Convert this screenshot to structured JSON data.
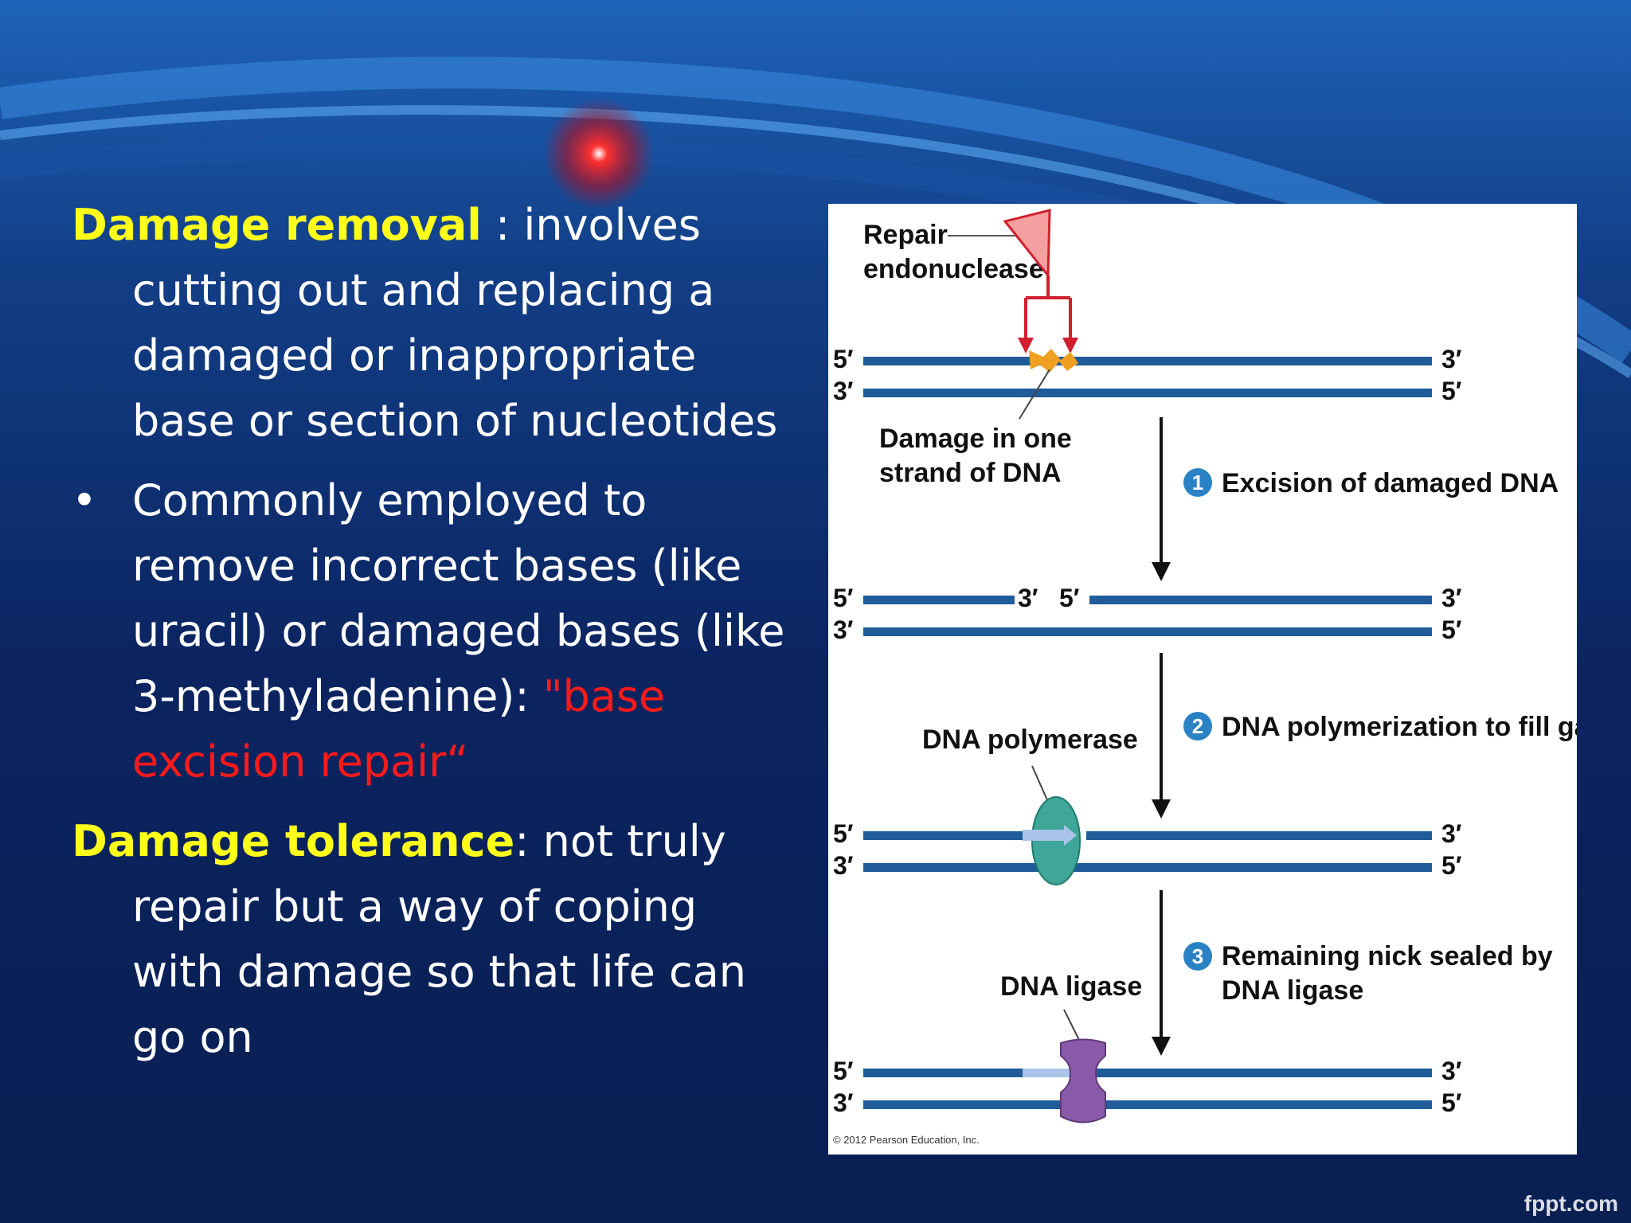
{
  "slide": {
    "paragraphs": {
      "p1": {
        "heading": "Damage removal",
        "body": " : involves cutting out and replacing a damaged or inappropriate base or section of nucleotides"
      },
      "p2": {
        "bullet": "•",
        "body": "Commonly employed to remove incorrect bases (like uracil) or damaged bases (like 3-methyladenine): ",
        "highlight": "\"base excision repair“"
      },
      "p3": {
        "heading": "Damage tolerance",
        "body": ": not truly repair but a way of coping with damage so that life can go on"
      }
    },
    "watermark": "fppt.com"
  },
  "figure": {
    "labels": {
      "repair_endonuclease_line1": "Repair",
      "repair_endonuclease_line2": "endonuclease",
      "damage_line1": "Damage in one",
      "damage_line2": "strand of DNA",
      "dna_polymerase": "DNA polymerase",
      "dna_ligase": "DNA ligase"
    },
    "steps": [
      {
        "number": "1",
        "text": "Excision of damaged DNA"
      },
      {
        "number": "2",
        "text": "DNA polymerization to fill gap"
      },
      {
        "number": "3",
        "line1": "Remaining nick sealed by",
        "line2": "DNA ligase"
      }
    ],
    "strand_ends": {
      "five_prime": "5′",
      "three_prime": "3′"
    },
    "credit": "© 2012 Pearson Education, Inc.",
    "colors": {
      "strand": "#1f5c99",
      "new_strand": "#a9c4e8",
      "damage": "#f0a020",
      "endonuclease": "#f08080",
      "endonuclease_arrow": "#d0202e",
      "polymerase": "#3ea79a",
      "ligase": "#8a5aa8",
      "step_circle": "#2a82c4"
    }
  }
}
